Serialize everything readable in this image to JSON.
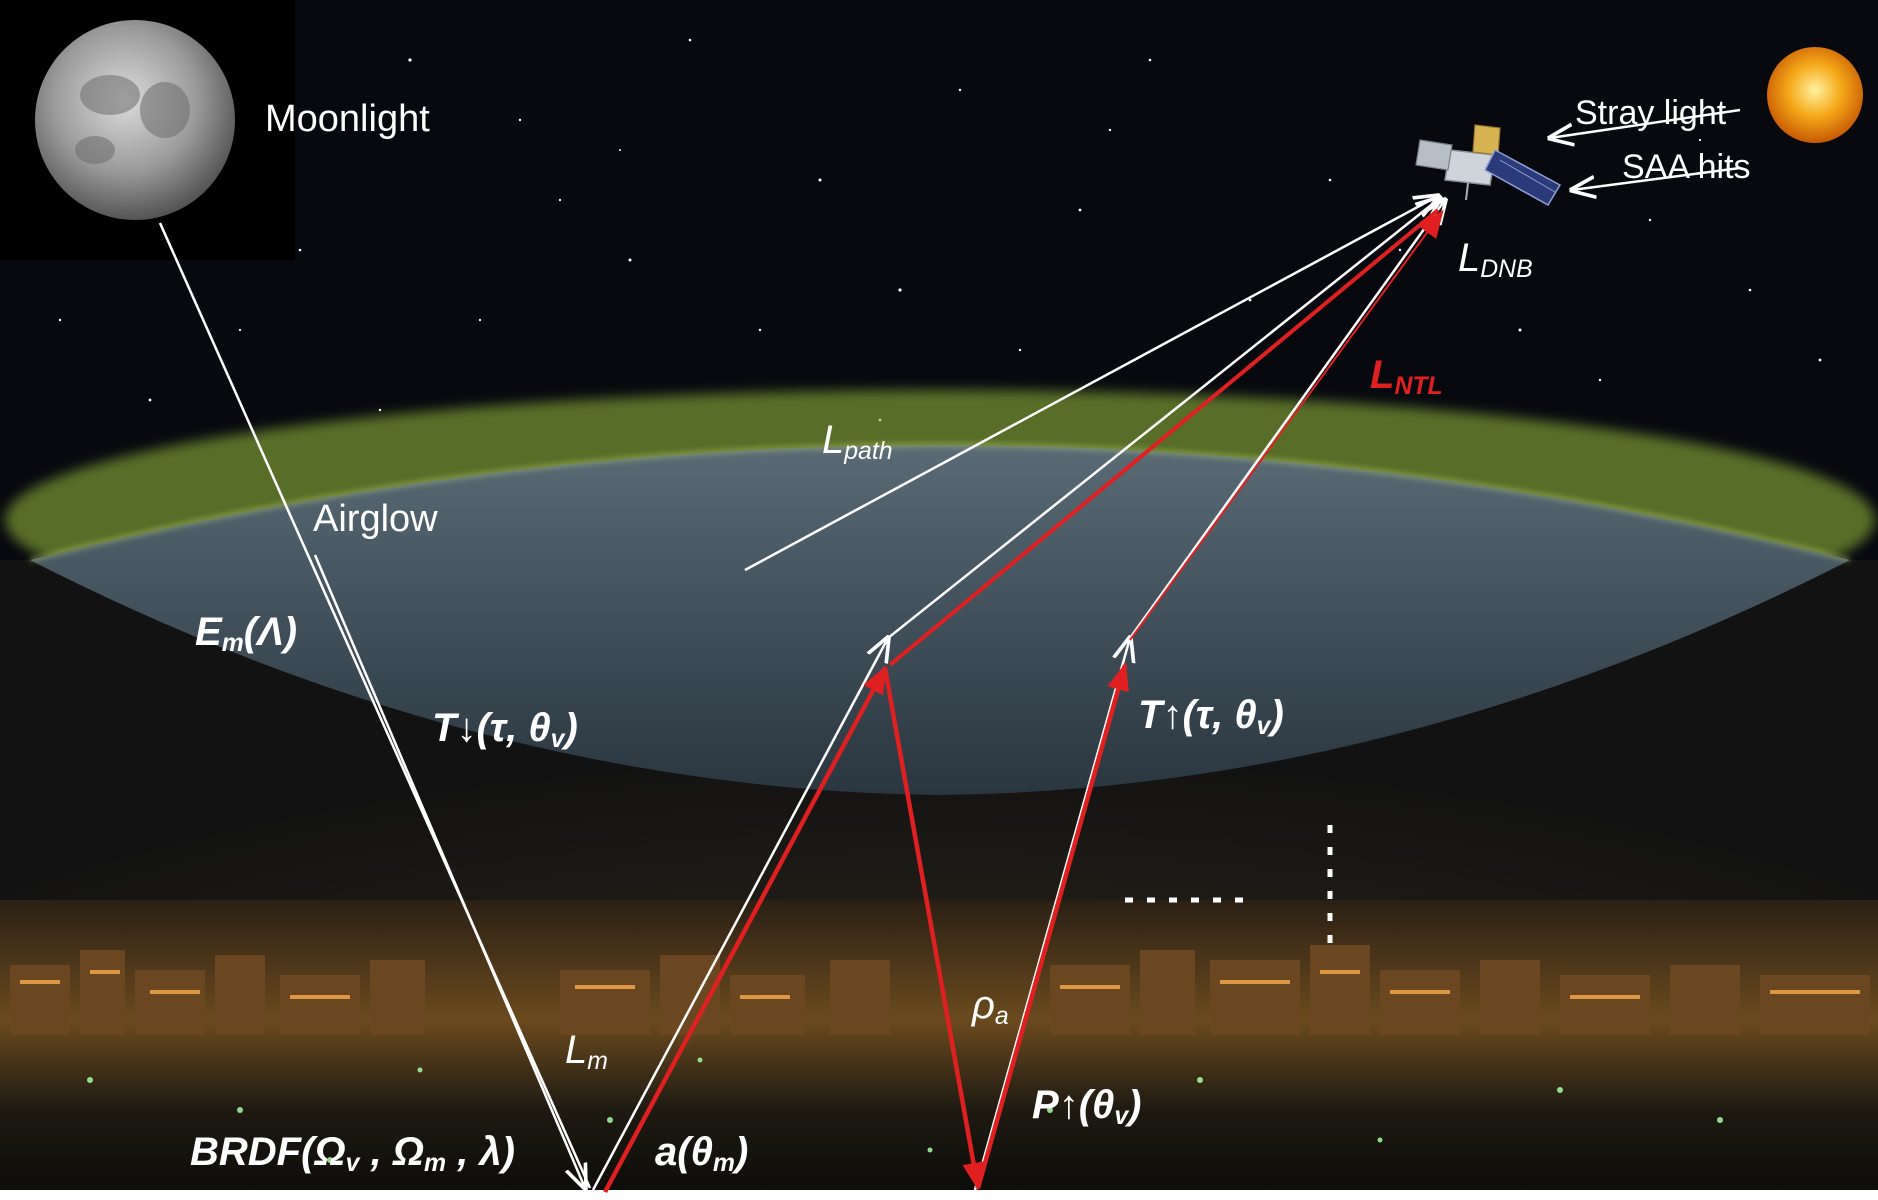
{
  "sources": {
    "moonlight": "Moonlight",
    "airglow": "Airglow",
    "stray_light": "Stray light",
    "saa_hits": "SAA hits"
  },
  "radiance_terms": {
    "l_dnb": {
      "base": "L",
      "sub": "DNB"
    },
    "l_ntl": {
      "base": "L",
      "sub": "NTL"
    },
    "l_path": {
      "base": "L",
      "sub": "path"
    },
    "l_m": {
      "base": "L",
      "sub": "m"
    }
  },
  "equation_terms": {
    "e_m": {
      "base": "E",
      "sub": "m",
      "rest": "(Λ)"
    },
    "t_down": {
      "pre": "T",
      "arrow": "↓",
      "mid": "(τ, θ",
      "sub": "v",
      "post": ")"
    },
    "t_up": {
      "pre": "T",
      "arrow": "↑",
      "mid": "(τ, θ",
      "sub": "v",
      "post": ")"
    },
    "p_up": {
      "pre": "P",
      "arrow": "↑",
      "mid": "(θ",
      "sub": "v",
      "post": ")"
    },
    "brdf": {
      "pre": "BRDF(Ω",
      "sub1": "v",
      "mid1": " , Ω",
      "sub2": "m",
      "post": " , λ)"
    },
    "a_theta": {
      "pre": "a(θ",
      "sub": "m",
      "post": ")"
    },
    "rho_a": {
      "base": "ρ",
      "sub": "a"
    }
  },
  "colors": {
    "ray_white": "#ffffff",
    "ray_red": "#e02020",
    "airglow": "#9bc23c",
    "sky": "#05070d",
    "city_lights": "#f2a64a"
  }
}
